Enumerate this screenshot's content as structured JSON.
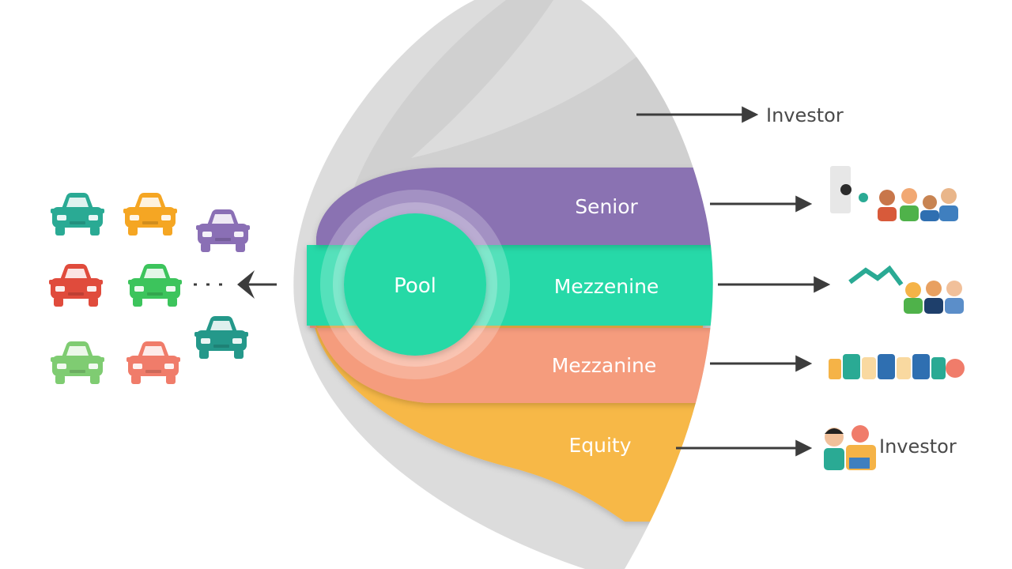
{
  "colors": {
    "lens": "#dcdcdc",
    "lens_dark": "#cfcfcf",
    "senior": "#8a72b2",
    "mezzanine_1": "#26d9a8",
    "mezzanine_2": "#f59c7d",
    "equity": "#f7b847",
    "pool_circle": "#25d9a6",
    "arrow": "#3c3c3c"
  },
  "pool_label": "Pool",
  "tranches": [
    {
      "label": "Senior"
    },
    {
      "label": "Mezzenine"
    },
    {
      "label": "Mezzanine"
    },
    {
      "label": "Equity"
    }
  ],
  "investor_top_label": "Investor",
  "investor_bottom_label": "Investor",
  "cars": [
    {
      "color": "#2aaa94"
    },
    {
      "color": "#f5a623"
    },
    {
      "color": "#8a6fb5"
    },
    {
      "color": "#e04b3c"
    },
    {
      "color": "#3cc45c"
    },
    {
      "color": "#24988a"
    },
    {
      "color": "#7fcc72"
    },
    {
      "color": "#f07c6a"
    }
  ],
  "icon_names": [
    "car-icon",
    "arrow-left-icon",
    "investor-group-icon",
    "investor-pair-icon"
  ]
}
